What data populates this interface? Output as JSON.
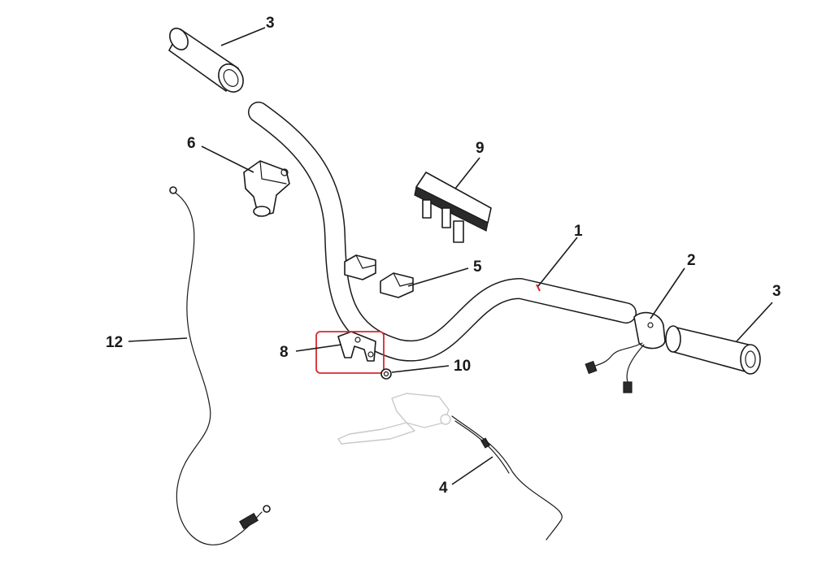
{
  "callouts": [
    {
      "id": "c1",
      "label": "1"
    },
    {
      "id": "c2",
      "label": "2"
    },
    {
      "id": "c3a",
      "label": "3"
    },
    {
      "id": "c3b",
      "label": "3"
    },
    {
      "id": "c4",
      "label": "4"
    },
    {
      "id": "c5",
      "label": "5"
    },
    {
      "id": "c6",
      "label": "6"
    },
    {
      "id": "c8",
      "label": "8"
    },
    {
      "id": "c9",
      "label": "9"
    },
    {
      "id": "c10",
      "label": "10"
    },
    {
      "id": "c12",
      "label": "12"
    }
  ],
  "highlight": {
    "color": "#d9272e",
    "target": "8"
  },
  "colors": {
    "line": "#1a1a1a",
    "faded": "#c9c9c9",
    "bar_accent": "#d9272e"
  }
}
